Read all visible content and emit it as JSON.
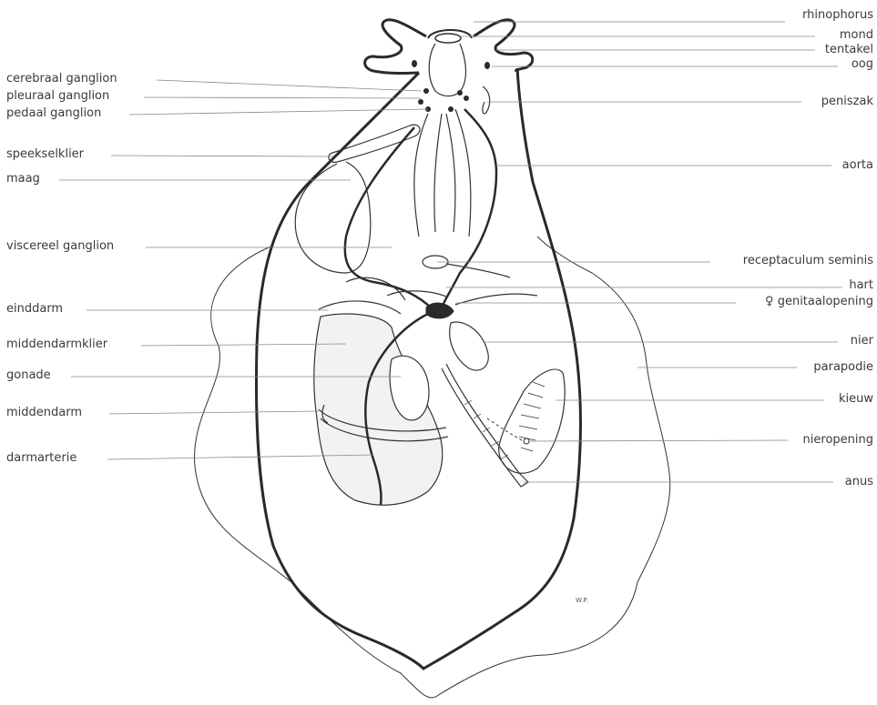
{
  "figure": {
    "left_labels": [
      "cerebraal ganglion",
      "pleuraal ganglion",
      "pedaal ganglion",
      "speekselklier",
      "maag",
      "viscereel ganglion",
      "einddarm",
      "middendarmklier",
      "gonade",
      "middendarm",
      "darmarterie"
    ],
    "right_labels": [
      "rhinophorus",
      "mond",
      "tentakel",
      "oog",
      "peniszak",
      "aorta",
      "receptaculum seminis",
      "hart",
      "♀ genitaalopening",
      "nier",
      "parapodie",
      "kieuw",
      "nieropening",
      "anus"
    ],
    "signature": "W.P."
  },
  "colors": {
    "line": "#2a2a2a",
    "leader": "#888888",
    "text": "#3a3a3a"
  }
}
